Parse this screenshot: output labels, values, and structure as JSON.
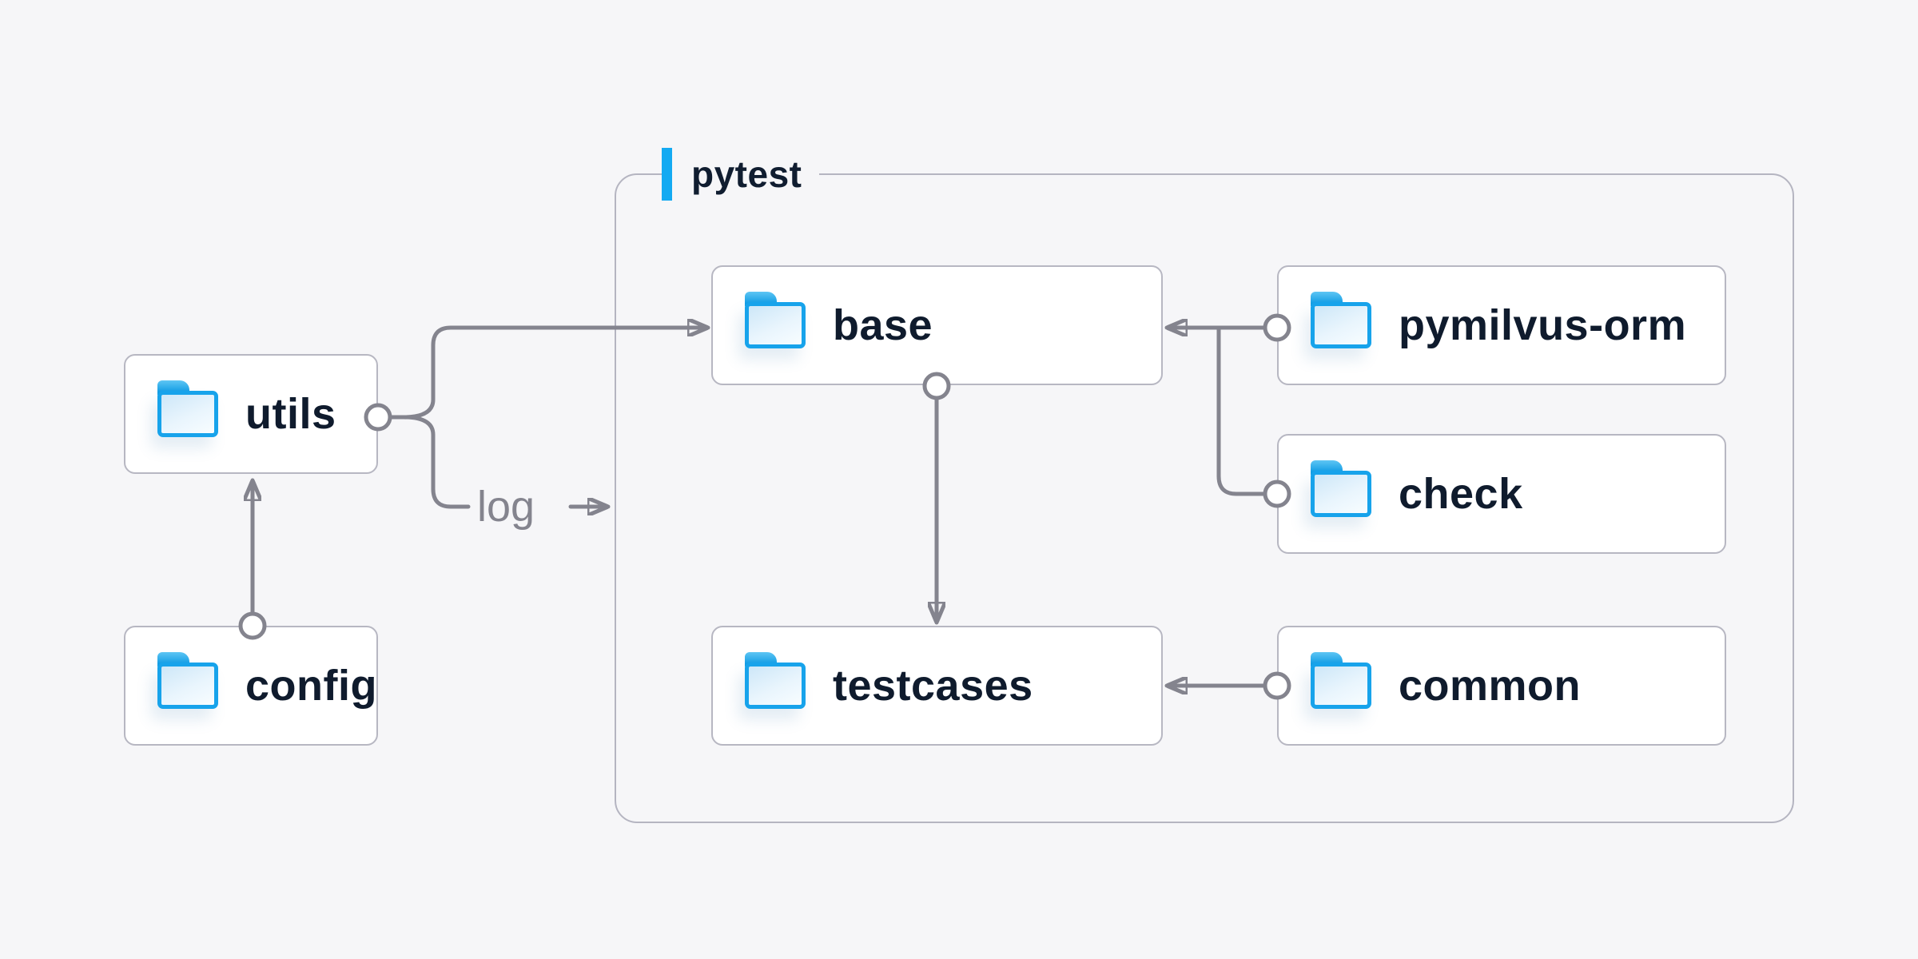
{
  "group": {
    "label": "pytest"
  },
  "nodes": {
    "utils": {
      "label": "utils"
    },
    "config": {
      "label": "config"
    },
    "base": {
      "label": "base"
    },
    "pymilvus_orm": {
      "label": "pymilvus-orm"
    },
    "check": {
      "label": "check"
    },
    "testcases": {
      "label": "testcases"
    },
    "common": {
      "label": "common"
    }
  },
  "edge_labels": {
    "log": "log"
  },
  "edges": [
    {
      "from": "config",
      "to": "utils"
    },
    {
      "from": "utils",
      "to": "base"
    },
    {
      "from": "utils",
      "to": "pytest",
      "label": "log"
    },
    {
      "from": "base",
      "to": "testcases"
    },
    {
      "from": "pymilvus-orm",
      "to": "base"
    },
    {
      "from": "check",
      "to": "base"
    },
    {
      "from": "common",
      "to": "testcases"
    }
  ],
  "colors": {
    "background": "#f6f6f8",
    "connector": "#84848e",
    "box_border": "#b7b7c2",
    "group_border": "#b5b5c1",
    "accent_blue": "#14aaf2",
    "folder_blue": "#17a3eb",
    "label_text": "#0f1b2d"
  }
}
